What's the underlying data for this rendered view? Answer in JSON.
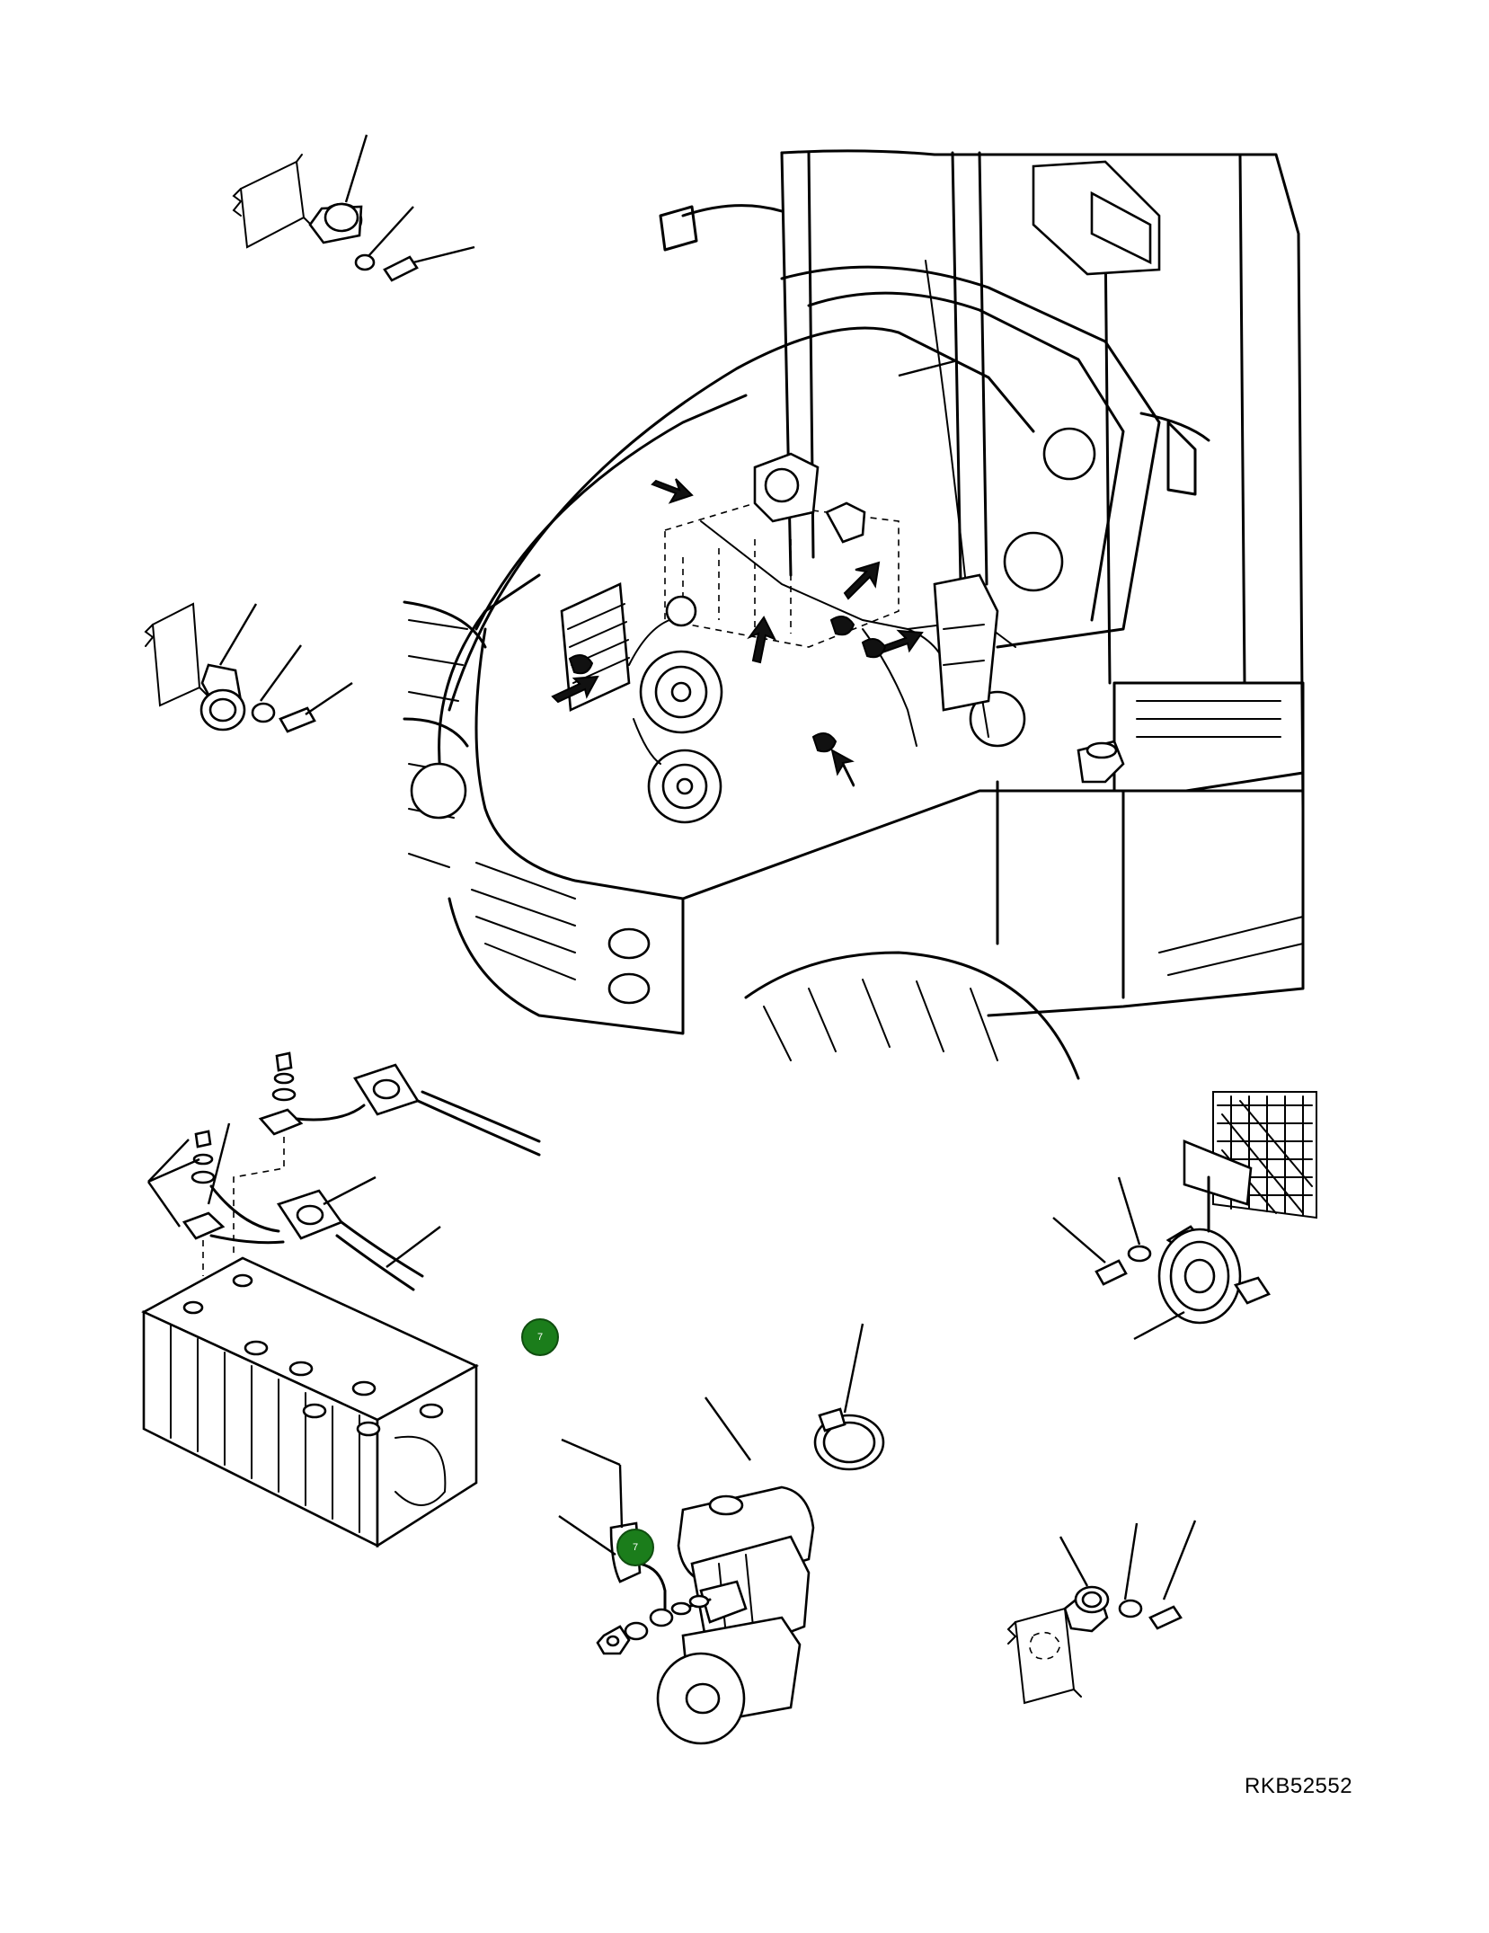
{
  "diagram": {
    "reference_code": "RKB52552",
    "callouts": [
      {
        "label": "7"
      },
      {
        "label": "7"
      }
    ]
  }
}
